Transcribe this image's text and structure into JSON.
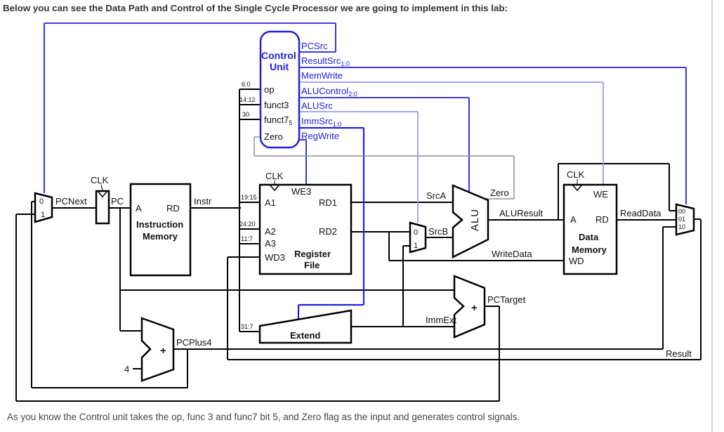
{
  "page": {
    "intro_text": "Below you can see the Data Path and Control of the Single Cycle Processor we are going to implement in this lab:",
    "outro_text": "As you know the Control unit takes the op, func 3 and func7 bit 5, and Zero flag as the input and generates control signals."
  },
  "colors": {
    "wire_black": "#000000",
    "wire_blue": "#2020dd",
    "wire_light_blue": "#9a9af2",
    "wire_gray": "#909090",
    "control_border": "#2020dd"
  },
  "diagram": {
    "clk": "CLK",
    "control": {
      "title1": "Control",
      "title2": "Unit",
      "inputs": {
        "op": "op",
        "funct3": "funct3",
        "funct7": "funct7",
        "funct7_sub": "5",
        "zero": "Zero"
      },
      "slices": {
        "op": "6:0",
        "funct3": "14:12",
        "funct7": "30"
      },
      "outputs": {
        "pcsrc": {
          "base": "PCSrc",
          "sub": ""
        },
        "resultsrc": {
          "base": "ResultSrc",
          "sub": "1:0"
        },
        "memwrite": {
          "base": "MemWrite",
          "sub": ""
        },
        "alucontrol": {
          "base": "ALUControl",
          "sub": "2:0"
        },
        "alusrc": {
          "base": "ALUSrc",
          "sub": ""
        },
        "immsrc": {
          "base": "ImmSrc",
          "sub": "1:0"
        },
        "regwrite": {
          "base": "RegWrite",
          "sub": ""
        }
      }
    },
    "imem": {
      "title1": "Instruction",
      "title2": "Memory",
      "a": "A",
      "rd": "RD"
    },
    "regfile": {
      "title1": "Register",
      "title2": "File",
      "a1": "A1",
      "a2": "A2",
      "a3": "A3",
      "wd3": "WD3",
      "we3": "WE3",
      "rd1": "RD1",
      "rd2": "RD2",
      "slices": {
        "a1": "19:15",
        "a2": "24:20",
        "a3": "11:7"
      }
    },
    "dmem": {
      "title1": "Data",
      "title2": "Memory",
      "a": "A",
      "rd": "RD",
      "wd": "WD",
      "we": "WE"
    },
    "extend": {
      "title": "Extend",
      "slice": "31:7"
    },
    "alu": {
      "label": "ALU"
    },
    "adders": {
      "plus": "+",
      "four": "4"
    },
    "muxes": {
      "zero": "0",
      "one": "1",
      "m00": "00",
      "m01": "01",
      "m10": "10"
    },
    "wires": {
      "pcnext": "PCNext",
      "pc": "PC",
      "instr": "Instr",
      "srca": "SrcA",
      "srcb": "SrcB",
      "zero": "Zero",
      "aluresult": "ALUResult",
      "writedata": "WriteData",
      "readdata": "ReadData",
      "immext": "ImmExt",
      "pcplus4": "PCPlus4",
      "pctarget": "PCTarget",
      "result": "Result"
    }
  }
}
